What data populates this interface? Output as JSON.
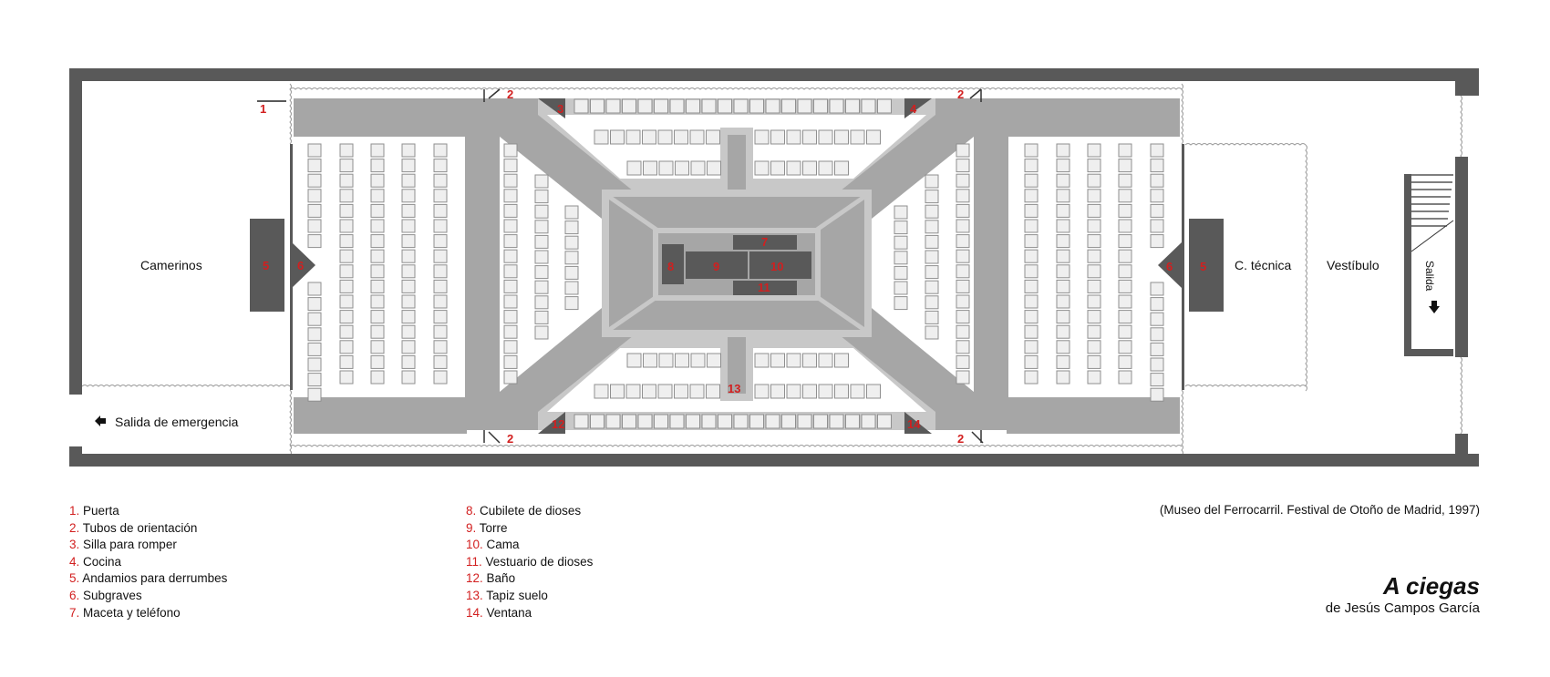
{
  "plan": {
    "rooms": {
      "camerinos": "Camerinos",
      "tecnica": "C. técnica",
      "vestibulo": "Vestíbulo",
      "salida": "Salida",
      "emergencia": "Salida de emergencia"
    },
    "markers": {
      "m1": "1",
      "m2": "2",
      "m3": "3",
      "m4": "4",
      "m5": "5",
      "m6": "6",
      "m7": "7",
      "m8": "8",
      "m9": "9",
      "m10": "10",
      "m11": "11",
      "m12": "12",
      "m13": "13",
      "m14": "14"
    },
    "colors": {
      "wall": "#595959",
      "platform": "#a6a6a6",
      "walkway": "#c8c8c8",
      "seat": "#efefef",
      "seat_border": "#8f8f8f",
      "marker": "#d21f1f"
    }
  },
  "legend": [
    {
      "num": "1.",
      "text": "Puerta"
    },
    {
      "num": "2.",
      "text": "Tubos de orientación"
    },
    {
      "num": "3.",
      "text": "Silla para romper"
    },
    {
      "num": "4.",
      "text": " Cocina"
    },
    {
      "num": "5.",
      "text": "Andamios para derrumbes"
    },
    {
      "num": "6.",
      "text": "Subgraves"
    },
    {
      "num": "7.",
      "text": "Maceta y teléfono"
    },
    {
      "num": "8.",
      "text": "Cubilete de dioses"
    },
    {
      "num": "9.",
      "text": "Torre"
    },
    {
      "num": "10.",
      "text": "Cama"
    },
    {
      "num": "11.",
      "text": "Vestuario de dioses"
    },
    {
      "num": "12.",
      "text": "Baño"
    },
    {
      "num": "13.",
      "text": "Tapiz suelo"
    },
    {
      "num": "14.",
      "text": "Ventana"
    }
  ],
  "source": "(Museo del Ferrocarril. Festival de Otoño de Madrid, 1997)",
  "title": "A ciegas",
  "author": "de Jesús Campos García"
}
